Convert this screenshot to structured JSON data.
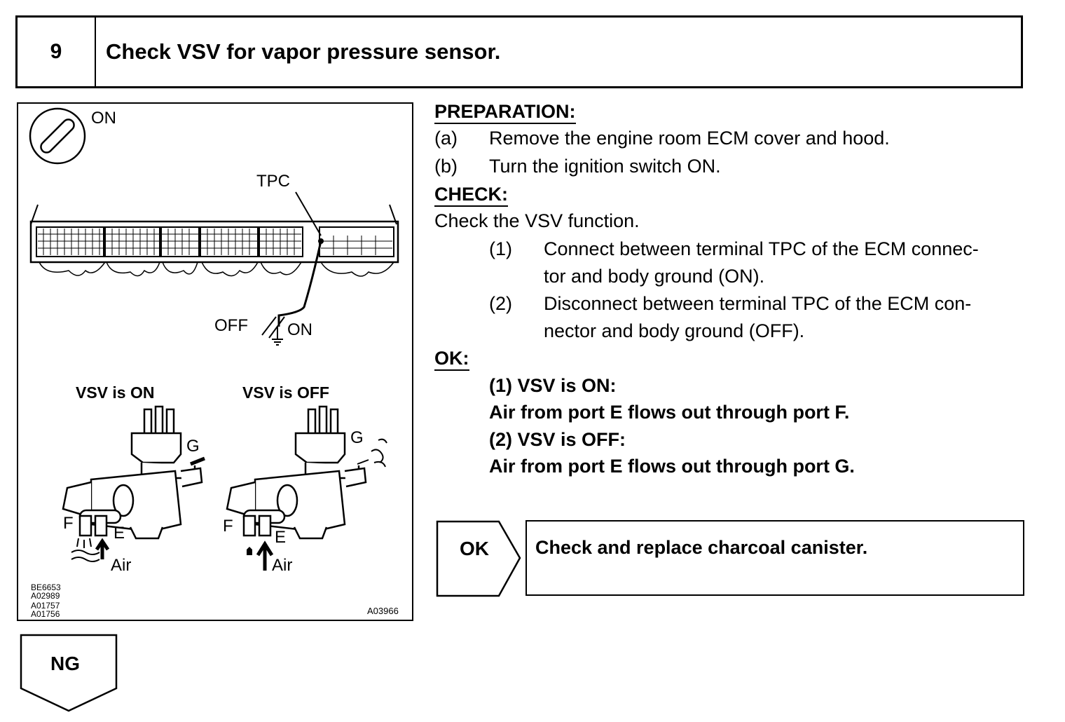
{
  "step": {
    "number": "9",
    "title": "Check VSV for vapor pressure sensor."
  },
  "figure": {
    "ignition_label": "ON",
    "tpc_label": "TPC",
    "switch_off_label": "OFF",
    "switch_on_label": "ON",
    "vsv_on_caption": "VSV is ON",
    "vsv_off_caption": "VSV is OFF",
    "left_valve": {
      "port_g": "G",
      "port_f": "F",
      "port_e": "E",
      "air": "Air"
    },
    "right_valve": {
      "port_g": "G",
      "port_f": "F",
      "port_e": "E",
      "air": "Air"
    },
    "ref_codes": [
      "BE6653",
      "A02989",
      "A01757",
      "A01756"
    ],
    "figure_code": "A03966"
  },
  "preparation": {
    "heading": "PREPARATION:",
    "items": [
      {
        "marker": "(a)",
        "text": "Remove the engine room ECM cover and hood."
      },
      {
        "marker": "(b)",
        "text": "Turn the ignition switch ON."
      }
    ]
  },
  "check": {
    "heading": "CHECK:",
    "intro": "Check the VSV function.",
    "items": [
      {
        "marker": "(1)",
        "line1": "Connect between terminal TPC of the ECM connec-",
        "line2": "tor and body ground (ON)."
      },
      {
        "marker": "(2)",
        "line1": "Disconnect between terminal TPC of the ECM con-",
        "line2": "nector and body ground (OFF)."
      }
    ]
  },
  "ok": {
    "heading": "OK:",
    "lines": [
      "(1) VSV is ON:",
      "Air from port E flows out through port F.",
      "(2) VSV is OFF:",
      "Air from port E flows out through port G."
    ]
  },
  "flow": {
    "ok_label": "OK",
    "ok_result": "Check and replace charcoal canister.",
    "ng_label": "NG"
  }
}
